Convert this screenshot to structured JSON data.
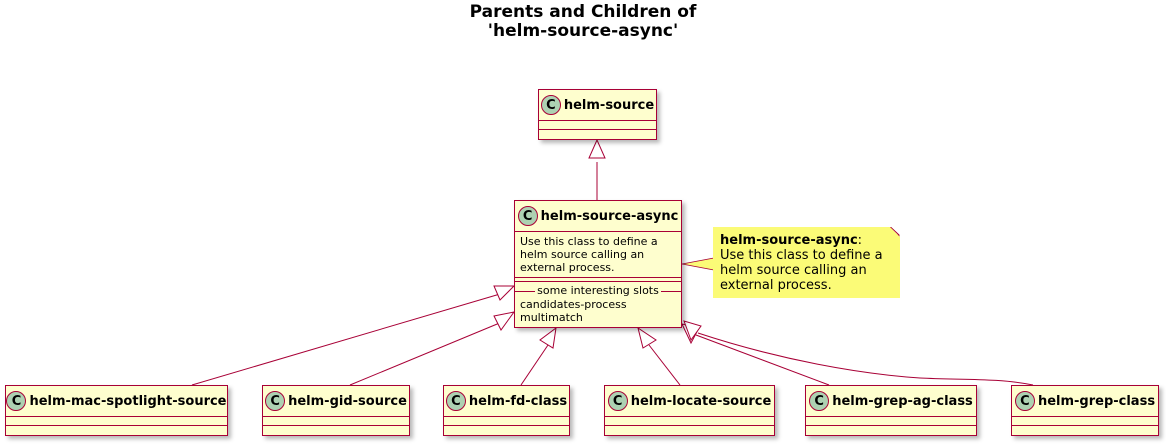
{
  "diagram": {
    "title_line1": "Parents and Children of",
    "title_line2": "'helm-source-async'",
    "class_marker": "C",
    "parent": {
      "name": "helm-source"
    },
    "main": {
      "name": "helm-source-async",
      "doc_line1": "Use this class to define a",
      "doc_line2": "helm source calling an",
      "doc_line3": "external process.",
      "slots_title": "some interesting slots",
      "slot1": "candidates-process",
      "slot2": "multimatch"
    },
    "note": {
      "bold": "helm-source-async",
      "suffix": ":",
      "line1": "Use this class to define a",
      "line2": "helm source calling an",
      "line3": "external process."
    },
    "children": [
      {
        "name": "helm-mac-spotlight-source"
      },
      {
        "name": "helm-gid-source"
      },
      {
        "name": "helm-fd-class"
      },
      {
        "name": "helm-locate-source"
      },
      {
        "name": "helm-grep-ag-class"
      },
      {
        "name": "helm-grep-class"
      }
    ],
    "colors": {
      "class_fill": "#FEFECE",
      "border": "#A80036",
      "marker": "#ADD1B2",
      "note_fill": "#FBFB77"
    }
  }
}
